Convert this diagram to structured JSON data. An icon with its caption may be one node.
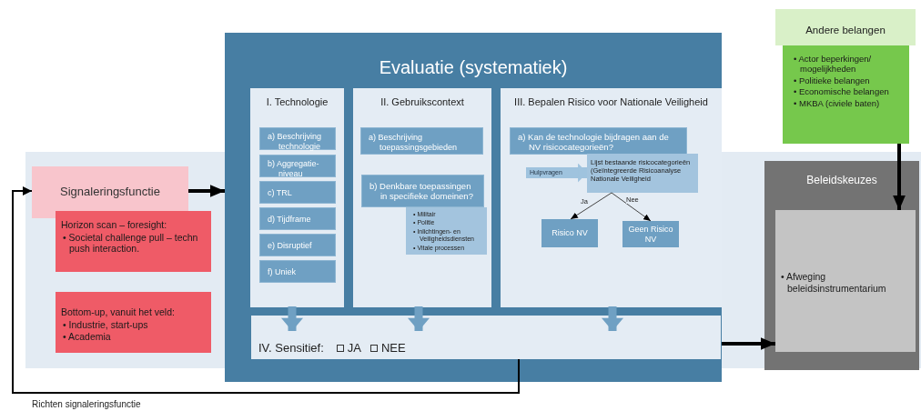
{
  "diagram": {
    "nodes": [
      {
        "text": [
          "Evaluatie (systematiek)"
        ]
      },
      {
        "text": [
          "I. Technologie"
        ],
        "in": 0
      },
      {
        "text": [
          "a) Beschrijving technologie"
        ],
        "in": 1
      },
      {
        "text": [
          "b) Aggregatie-niveau"
        ],
        "in": 1
      },
      {
        "text": [
          "c) TRL"
        ],
        "in": 1
      },
      {
        "text": [
          "d) Tijdframe"
        ],
        "in": 1
      },
      {
        "text": [
          "e) Disruptief"
        ],
        "in": 1
      },
      {
        "text": [
          "f) Uniek"
        ],
        "in": 1
      },
      {
        "text": [
          "II. Gebruikscontext"
        ],
        "in": 0
      },
      {
        "text": [
          "a) Beschrijving toepassingsgebieden"
        ],
        "in": 8
      },
      {
        "text": [
          "b) Denkbare toepassingen in specifieke domeinen?"
        ],
        "in": 8
      },
      {
        "text": [
          "• Militair",
          "• Politie",
          "• Inlichtingen- en Veiligheidsdiensten",
          "• Vitale processen"
        ],
        "in": 8
      },
      {
        "text": [
          "III. Bepalen Risico voor Nationale Veiligheid"
        ],
        "in": 0
      },
      {
        "text": [
          "a) Kan de technologie bijdragen aan de NV risicocategorieën?"
        ],
        "in": 12
      },
      {
        "text": [
          "Lijst bestaande risicocategorieën (Geïntegreerde Risicoanalyse Nationale Veiligheid"
        ],
        "in": 12
      },
      {
        "text": [
          "Risico NV"
        ],
        "in": 12
      },
      {
        "text": [
          "Geen Risico NV"
        ],
        "in": 12
      },
      {
        "text": [
          "IV. Sensitief:",
          "JA",
          "NEE"
        ],
        "in": 0
      },
      {
        "text": [
          "Signaleringsfunctie"
        ]
      },
      {
        "text": [
          "Horizon scan – foresight:",
          "• Societal challenge pull – techn push interaction."
        ]
      },
      {
        "text": [
          "Bottom-up, vanuit het veld:",
          "• Industrie, start-ups",
          "• Academia"
        ]
      },
      {
        "text": [
          "Andere belangen"
        ]
      },
      {
        "text": [
          "• Actor beperkingen/ mogelijkheden",
          "• Politieke belangen",
          "• Economische belangen",
          "• MKBA (civiele baten)"
        ]
      },
      {
        "text": [
          "Beleidskeuzes"
        ]
      },
      {
        "text": [
          "• Afweging beleidsinstrumentarium"
        ],
        "in": 23
      }
    ],
    "edges": [
      {
        "from": 18,
        "to": 0,
        "arrow": "to"
      },
      {
        "from": 17,
        "to": 18,
        "arrow": "to",
        "label": "Richten signaleringsfunctie"
      },
      {
        "from": 0,
        "to": 24,
        "arrow": "to"
      },
      {
        "from": 22,
        "to": 24,
        "arrow": "to"
      },
      {
        "from": null,
        "to": 14,
        "arrow": "to",
        "label": "Hulpvragen",
        "style": "thick",
        "color": "#9fc3de"
      },
      {
        "from": 14,
        "to": 15,
        "arrow": "to",
        "label": "Ja"
      },
      {
        "from": 14,
        "to": 16,
        "arrow": "to",
        "label": "Nee"
      },
      {
        "from": 1,
        "to": 17,
        "arrow": "to",
        "style": "thick",
        "color": "#6fa0c3"
      },
      {
        "from": 8,
        "to": 17,
        "arrow": "to",
        "style": "thick",
        "color": "#6fa0c3"
      },
      {
        "from": 12,
        "to": 17,
        "arrow": "to",
        "style": "thick",
        "color": "#6fa0c3"
      }
    ]
  }
}
